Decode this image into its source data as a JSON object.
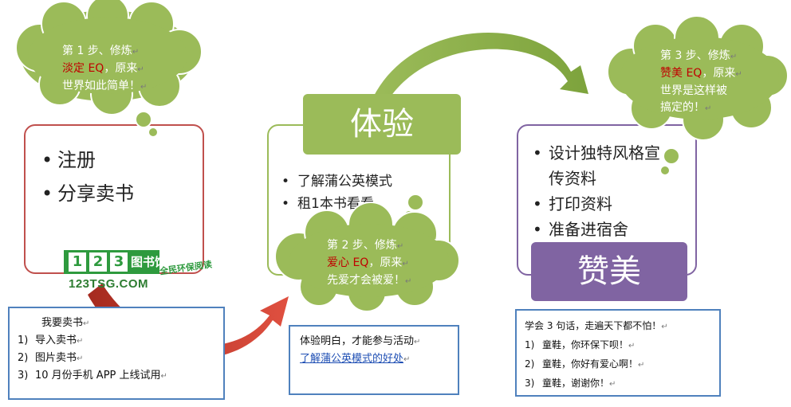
{
  "step1": {
    "cloud_line1": "第 1 步、修炼",
    "cloud_red": "淡定 EQ",
    "cloud_after_red": "，原来",
    "cloud_line3": "世界如此简单！",
    "items": [
      "注册",
      "分享卖书"
    ]
  },
  "logo": {
    "digits": [
      "1",
      "2",
      "3"
    ],
    "name": "图书馆",
    "url": "123TSG.COM",
    "slogan": "全民环保阅读"
  },
  "left_box": {
    "heading": "我要卖书",
    "items": [
      {
        "num": "1)",
        "text": "导入卖书"
      },
      {
        "num": "2)",
        "text": "图片卖书"
      },
      {
        "num": "3)",
        "text": "10 月份手机 APP 上线试用"
      }
    ]
  },
  "step2": {
    "title": "体验",
    "items": [
      "了解蒲公英模式",
      "租1本书看看"
    ],
    "cloud_line1": "第 2 步、修炼",
    "cloud_red": "爱心 EQ",
    "cloud_after_red": "，原来",
    "cloud_line3": "先爱才会被爱！"
  },
  "middle_box": {
    "line1": "体验明白，才能参与活动",
    "link": "了解蒲公英模式的好处"
  },
  "step3": {
    "title": "赞美",
    "items": [
      "设计独特风格宣传资料",
      "打印资料",
      "准备进宿舍"
    ],
    "cloud_line1": "第 3 步、修炼",
    "cloud_red": "赞美 EQ",
    "cloud_after_red": "，原来",
    "cloud_line3": "世界是这样被",
    "cloud_line4": "搞定的！"
  },
  "right_box": {
    "heading": "学会 3 句话，走遍天下都不怕！",
    "items": [
      {
        "num": "1)",
        "text": "童鞋，你环保下呗！"
      },
      {
        "num": "2)",
        "text": "童鞋，你好有爱心啊！"
      },
      {
        "num": "3)",
        "text": "童鞋，谢谢你！"
      }
    ]
  },
  "colors": {
    "cloud_green": "#9bbb59",
    "panel_red": "#c0504d",
    "panel_green": "#9bbb59",
    "panel_purple": "#8064a2",
    "box_blue": "#4f81bd",
    "arrow_red": "#c0392b"
  }
}
